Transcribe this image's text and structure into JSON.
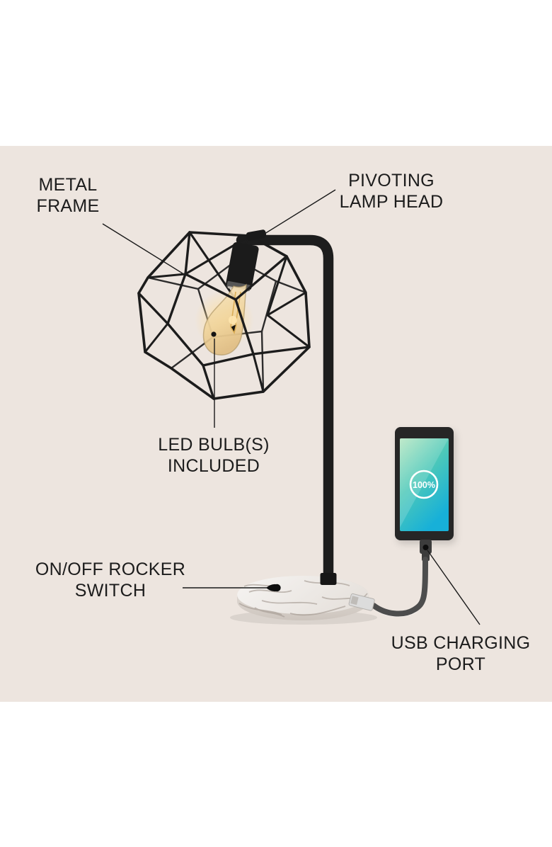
{
  "annotations": {
    "metal_frame": {
      "line1": "METAL",
      "line2": "FRAME"
    },
    "pivoting_lamp_head": {
      "line1": "PIVOTING",
      "line2": "LAMP HEAD"
    },
    "led_bulbs_included": {
      "line1": "LED BULB(S)",
      "line2": "INCLUDED"
    },
    "on_off_rocker_switch": {
      "line1": "ON/OFF ROCKER",
      "line2": "SWITCH"
    },
    "usb_charging_port": {
      "line1": "USB CHARGING",
      "line2": "PORT"
    }
  },
  "phone": {
    "battery_label": "100%"
  },
  "colors": {
    "stage_background": "#ede5df",
    "page_background": "#ffffff",
    "label_text": "#1c1c1c",
    "lamp_metal_black": "#1d1d1d",
    "bulb_amber": "#f0d49b",
    "marble_white": "#f3f1ef",
    "marble_vein_gray": "#a79d95",
    "cable_gray": "#4d4d4d",
    "phone_screen_green": "#aee3bd",
    "phone_screen_teal": "#4ec9b8",
    "phone_screen_cyan": "#17b0d8",
    "battery_ring_white": "#ffffff"
  }
}
